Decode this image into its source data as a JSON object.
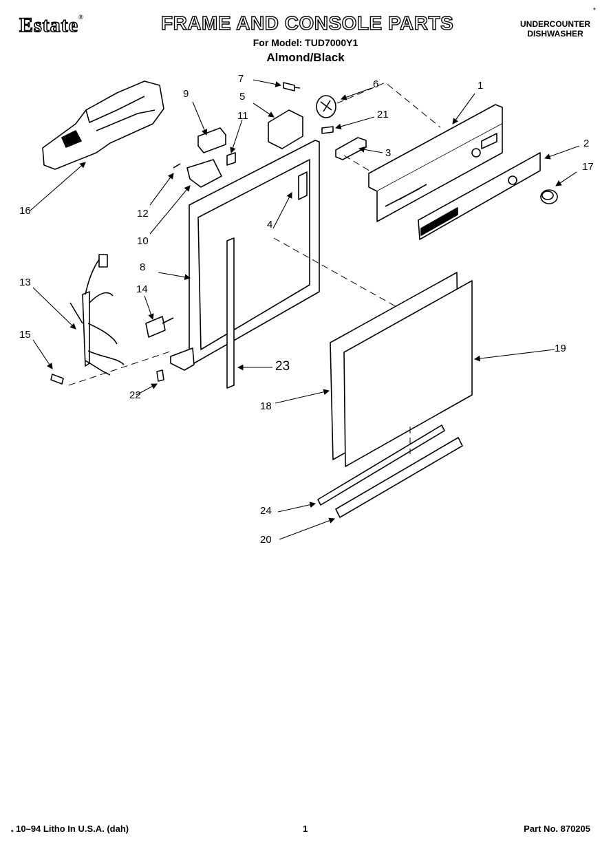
{
  "header": {
    "brand": "Estate",
    "brand_mark": "®",
    "title": "FRAME AND CONSOLE PARTS",
    "model_line": "For Model: TUD7000Y1",
    "color_line": "Almond/Black",
    "product_type_1": "UNDERCOUNTER",
    "product_type_2": "DISHWASHER",
    "corner_mark": "*"
  },
  "callouts": [
    "1",
    "2",
    "3",
    "4",
    "5",
    "6",
    "7",
    "8",
    "9",
    "10",
    "11",
    "12",
    "13",
    "14",
    "15",
    "16",
    "17",
    "18",
    "19",
    "20",
    "21",
    "22",
    "23",
    "24"
  ],
  "footer": {
    "left_mark": "*",
    "left": "10–94 Litho In U.S.A. (dah)",
    "center": "1",
    "right": "Part No. 870205"
  }
}
